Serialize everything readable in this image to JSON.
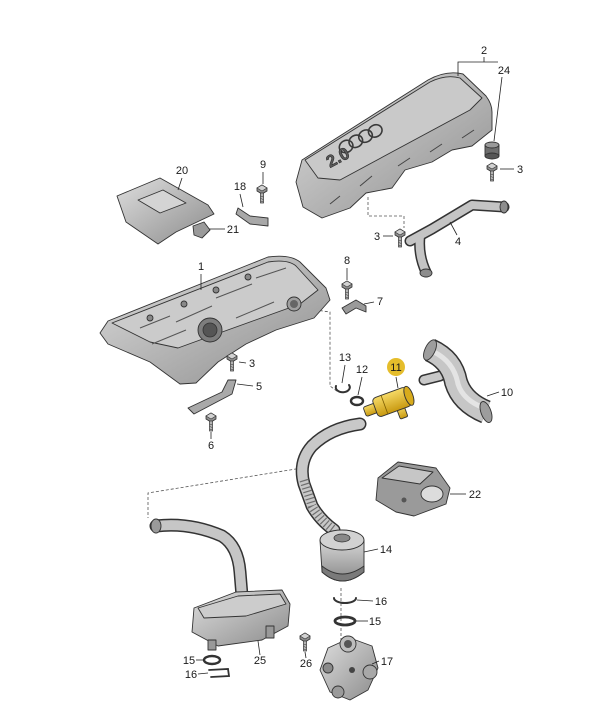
{
  "callouts": [
    "2",
    "24",
    "3",
    "20",
    "9",
    "18",
    "21",
    "1",
    "8",
    "7",
    "3",
    "4",
    "13",
    "12",
    "11",
    "10",
    "3",
    "5",
    "6",
    "22",
    "14",
    "16",
    "15",
    "17",
    "15",
    "16",
    "25",
    "26"
  ],
  "cover_badge": "2.0",
  "colors": {
    "highlight": "#e5bd2b",
    "part_fill": "#b9b9b9",
    "line": "#222222"
  }
}
